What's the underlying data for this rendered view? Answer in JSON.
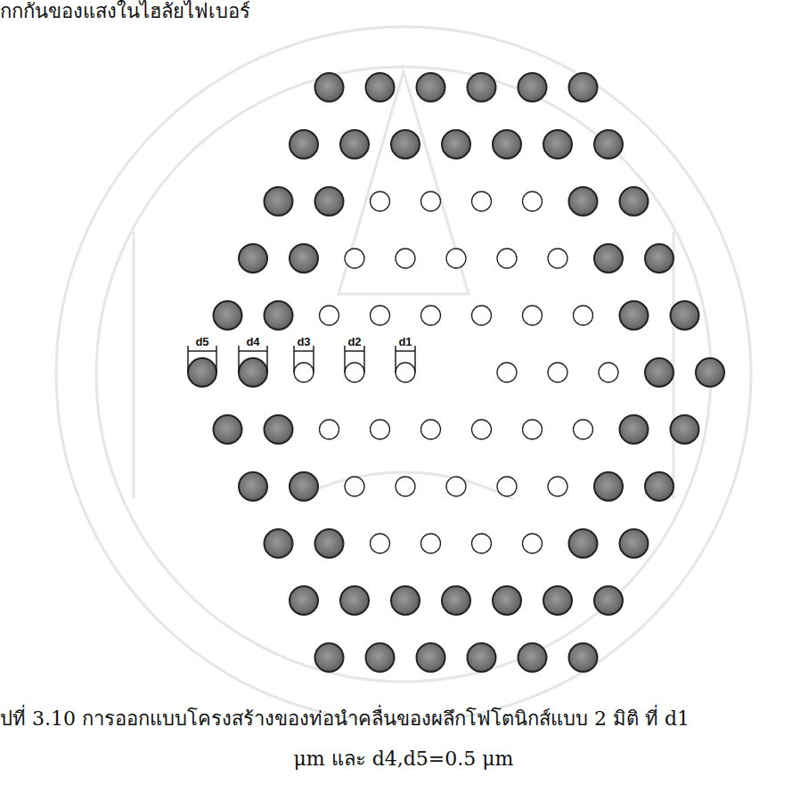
{
  "diagram": {
    "caption": "ปที่ 3.10 การออกแบบโครงสร้างของท่อนำคลื่นของผลึกโฟโตนิกส์แบบ 2 มิติ ที่ d1",
    "labels": [
      "กกกันของแสงในไฮลัยไฟเบอร์",
      "d5",
      "d4",
      "d3",
      "d2",
      "d1",
      "μm และ d4,d5=0.5 μm"
    ]
  }
}
